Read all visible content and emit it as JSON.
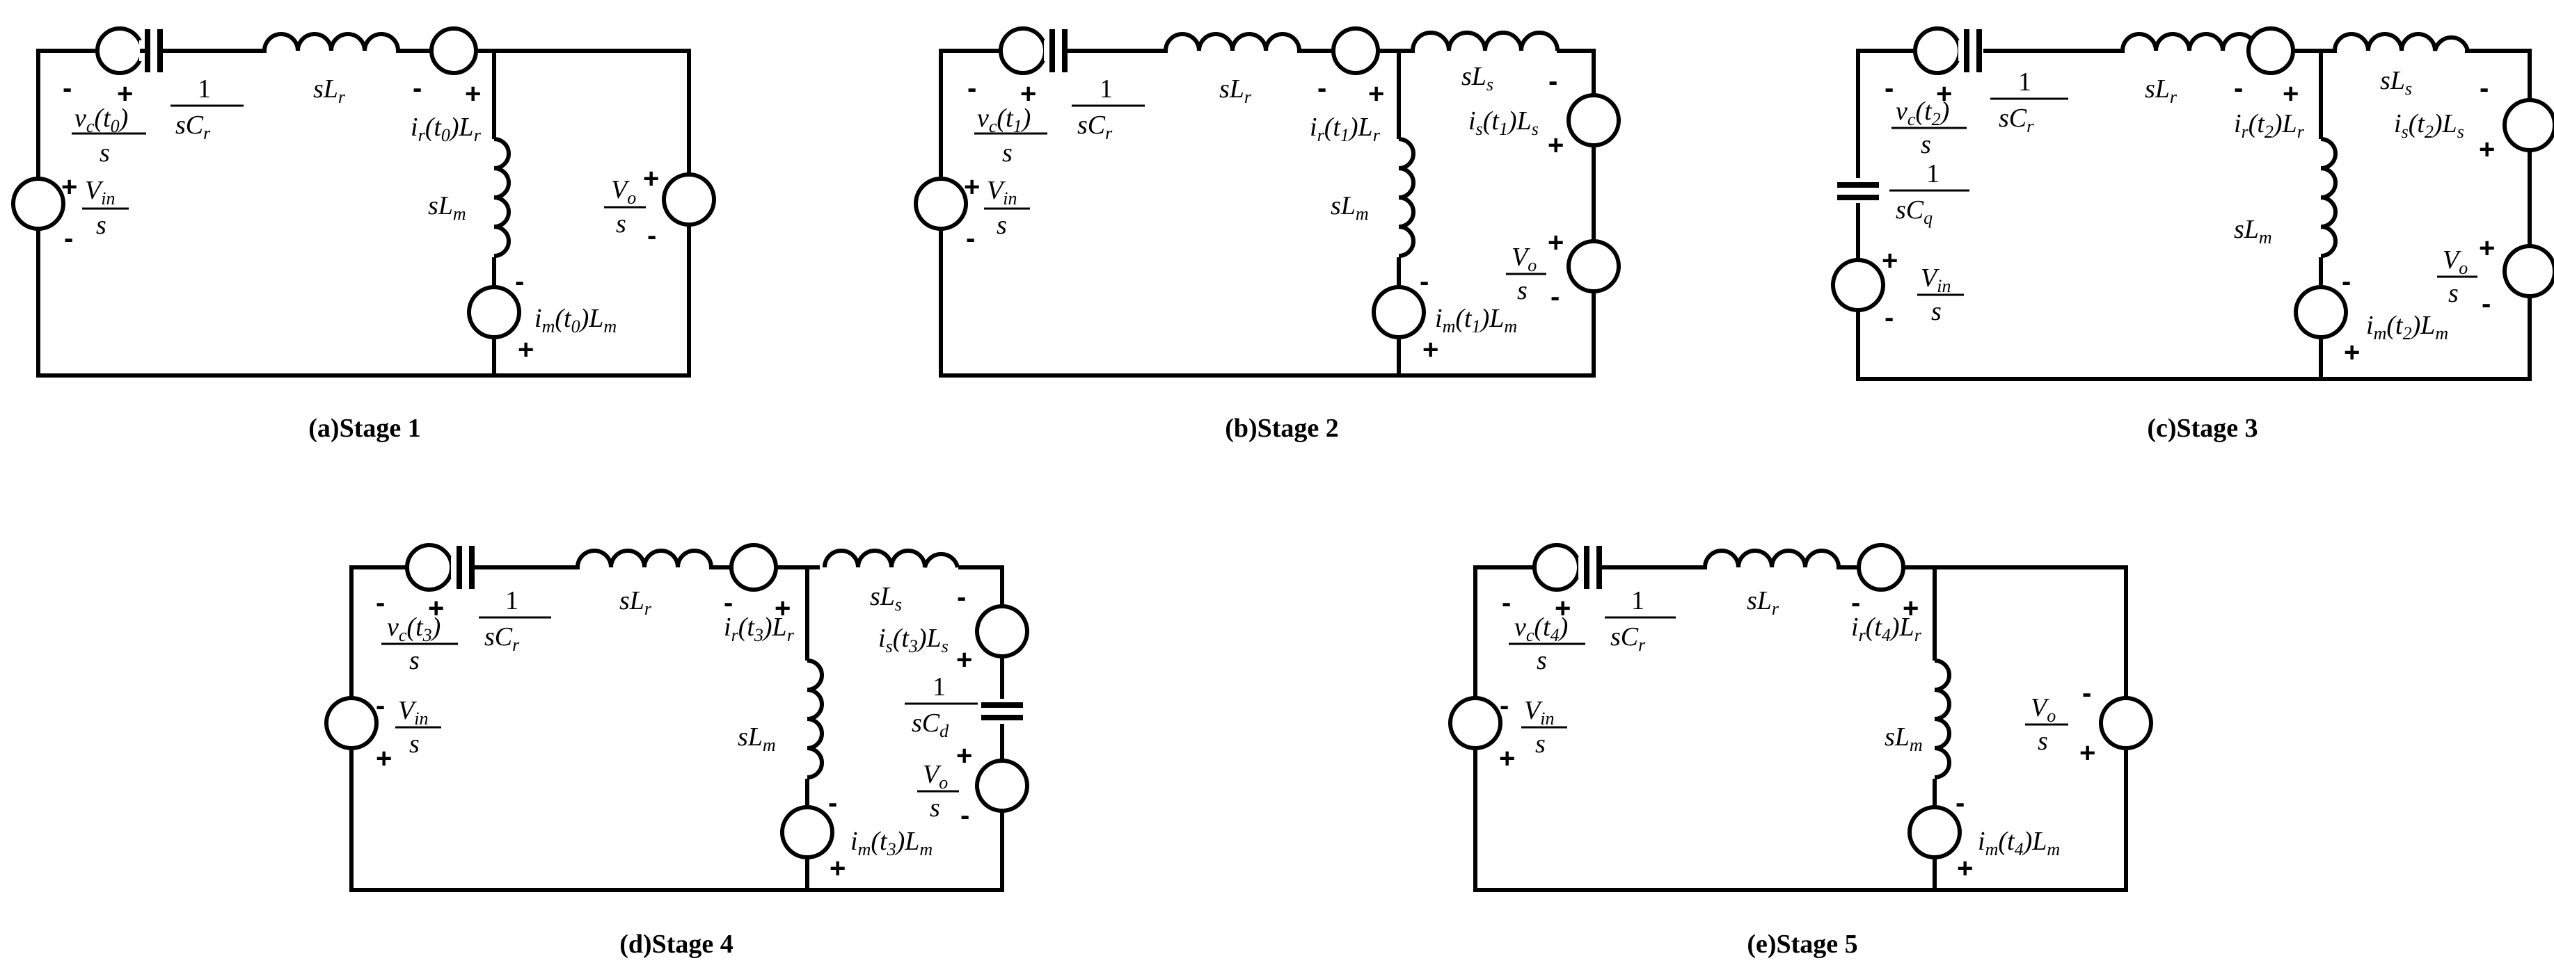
{
  "stages": [
    {
      "caption": "(a)Stage 1",
      "labels": {
        "cap": "1",
        "cap_den_a": "sC",
        "cap_den_b": "r",
        "ind_r_a": "sL",
        "ind_r_b": "r",
        "vc_a": "v",
        "vc_b": "c",
        "vc_c": "(t",
        "vc_d": "0",
        "vc_e": ")",
        "vc_den": "s",
        "vin_a": "V",
        "vin_b": "in",
        "vin_den": "s",
        "ir_a": "i",
        "ir_b": "r",
        "ir_c": "(t",
        "ir_d": "0",
        "ir_e": ")L",
        "ir_f": "r",
        "lm_a": "sL",
        "lm_b": "m",
        "im_a": "i",
        "im_b": "m",
        "im_c": "(t",
        "im_d": "0",
        "im_e": ")L",
        "im_f": "m",
        "vo_a": "V",
        "vo_b": "o",
        "vo_den": "s"
      }
    },
    {
      "caption": "(b)Stage 2",
      "labels": {
        "cap": "1",
        "cap_den_a": "sC",
        "cap_den_b": "r",
        "ind_r_a": "sL",
        "ind_r_b": "r",
        "ind_s_a": "sL",
        "ind_s_b": "s",
        "vc_a": "v",
        "vc_b": "c",
        "vc_c": "(t",
        "vc_d": "1",
        "vc_e": ")",
        "vc_den": "s",
        "vin_a": "V",
        "vin_b": "in",
        "vin_den": "s",
        "ir_a": "i",
        "ir_b": "r",
        "ir_c": "(t",
        "ir_d": "1",
        "ir_e": ")L",
        "ir_f": "r",
        "is_a": "i",
        "is_b": "s",
        "is_c": "(t",
        "is_d": "1",
        "is_e": ")L",
        "is_f": "s",
        "lm_a": "sL",
        "lm_b": "m",
        "im_a": "i",
        "im_b": "m",
        "im_c": "(t",
        "im_d": "1",
        "im_e": ")L",
        "im_f": "m",
        "vo_a": "V",
        "vo_b": "o",
        "vo_den": "s"
      }
    },
    {
      "caption": "(c)Stage 3",
      "labels": {
        "cap": "1",
        "cap_den_a": "sC",
        "cap_den_b": "r",
        "ind_r_a": "sL",
        "ind_r_b": "r",
        "ind_s_a": "sL",
        "ind_s_b": "s",
        "vc_a": "v",
        "vc_b": "c",
        "vc_c": "(t",
        "vc_d": "2",
        "vc_e": ")",
        "vc_den": "s",
        "cq": "1",
        "cq_den_a": "sC",
        "cq_den_b": "q",
        "vin_a": "V",
        "vin_b": "in",
        "vin_den": "s",
        "ir_a": "i",
        "ir_b": "r",
        "ir_c": "(t",
        "ir_d": "2",
        "ir_e": ")L",
        "ir_f": "r",
        "is_a": "i",
        "is_b": "s",
        "is_c": "(t",
        "is_d": "2",
        "is_e": ")L",
        "is_f": "s",
        "lm_a": "sL",
        "lm_b": "m",
        "im_a": "i",
        "im_b": "m",
        "im_c": "(t",
        "im_d": "2",
        "im_e": ")L",
        "im_f": "m",
        "vo_a": "V",
        "vo_b": "o",
        "vo_den": "s"
      }
    },
    {
      "caption": "(d)Stage 4",
      "labels": {
        "cap": "1",
        "cap_den_a": "sC",
        "cap_den_b": "r",
        "ind_r_a": "sL",
        "ind_r_b": "r",
        "ind_s_a": "sL",
        "ind_s_b": "s",
        "vc_a": "v",
        "vc_b": "c",
        "vc_c": "(t",
        "vc_d": "3",
        "vc_e": ")",
        "vc_den": "s",
        "vin_a": "V",
        "vin_b": "in",
        "vin_den": "s",
        "ir_a": "i",
        "ir_b": "r",
        "ir_c": "(t",
        "ir_d": "3",
        "ir_e": ")L",
        "ir_f": "r",
        "is_a": "i",
        "is_b": "s",
        "is_c": "(t",
        "is_d": "3",
        "is_e": ")L",
        "is_f": "s",
        "cd": "1",
        "cd_den_a": "sC",
        "cd_den_b": "d",
        "lm_a": "sL",
        "lm_b": "m",
        "im_a": "i",
        "im_b": "m",
        "im_c": "(t",
        "im_d": "3",
        "im_e": ")L",
        "im_f": "m",
        "vo_a": "V",
        "vo_b": "o",
        "vo_den": "s"
      }
    },
    {
      "caption": "(e)Stage 5",
      "labels": {
        "cap": "1",
        "cap_den_a": "sC",
        "cap_den_b": "r",
        "ind_r_a": "sL",
        "ind_r_b": "r",
        "vc_a": "v",
        "vc_b": "c",
        "vc_c": "(t",
        "vc_d": "4",
        "vc_e": ")",
        "vc_den": "s",
        "vin_a": "V",
        "vin_b": "in",
        "vin_den": "s",
        "ir_a": "i",
        "ir_b": "r",
        "ir_c": "(t",
        "ir_d": "4",
        "ir_e": ")L",
        "ir_f": "r",
        "lm_a": "sL",
        "lm_b": "m",
        "im_a": "i",
        "im_b": "m",
        "im_c": "(t",
        "im_d": "4",
        "im_e": ")L",
        "im_f": "m",
        "vo_a": "V",
        "vo_b": "o",
        "vo_den": "s"
      }
    }
  ],
  "polarity": {
    "plus": "+",
    "minus": "-"
  }
}
